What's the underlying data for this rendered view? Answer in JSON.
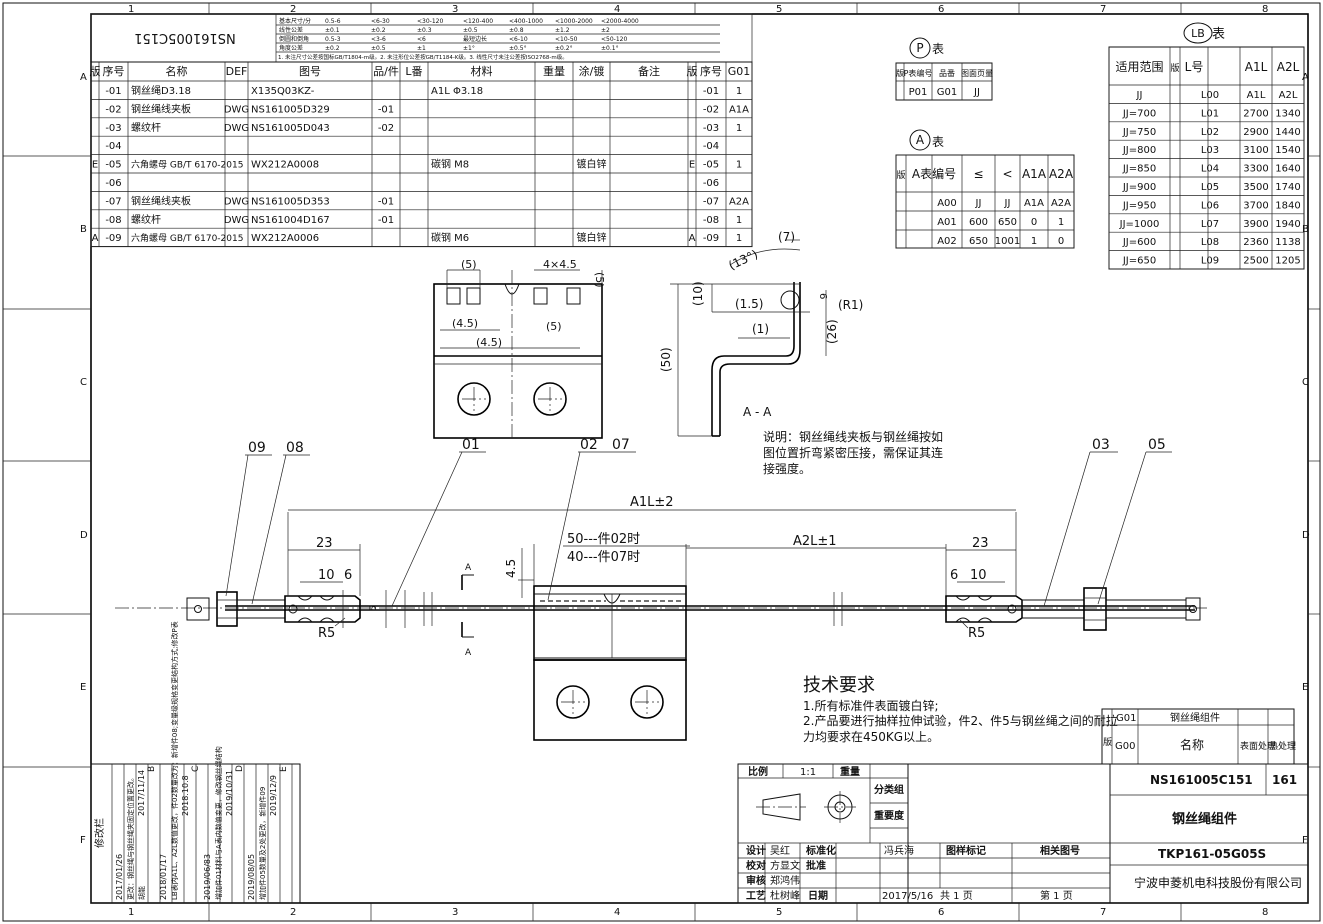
{
  "zones": {
    "cols": [
      "1",
      "2",
      "3",
      "4",
      "5",
      "6",
      "7",
      "8"
    ],
    "rows": [
      "A",
      "B",
      "C",
      "D",
      "E",
      "F"
    ]
  },
  "tolerance_title_mirrored": "NS161005C151",
  "tolerance_rows": [
    [
      "基本尺寸/分",
      "0.5-6",
      "<6-30",
      "<30-120",
      "<120-400",
      "<400-1000",
      "<1000-2000",
      "<2000-4000"
    ],
    [
      "线性公差",
      "±0.1",
      "±0.2",
      "±0.3",
      "±0.5",
      "±0.8",
      "±1.2",
      "±2"
    ],
    [
      "倒圆和倒角",
      "0.5-3",
      "<3-6",
      "<6",
      "最短边长",
      "<6-10",
      "<10-50",
      "<50-120"
    ],
    [
      "角度公差",
      "±0.2",
      "±0.5",
      "±1",
      "±1°",
      "±0.5°",
      "±0.2°",
      "±0.1°"
    ]
  ],
  "tolerance_note": "1. 未注尺寸公差按国标GB/T1804-m级。2. 未注形位公差按GB/T1184-K级。3. 线性尺寸未注公差按ISO2768-m级。",
  "bom_header": {
    "ver": "版",
    "no": "序号",
    "name": "名称",
    "def": "DEF",
    "drawing": "图号",
    "qty": "品/件",
    "lno": "L番",
    "material": "材料",
    "weight": "重量",
    "coat": "涂/镀",
    "remark": "备注",
    "ver2": "版",
    "no2": "序号",
    "g01": "G01"
  },
  "bom_rows": [
    {
      "ver": "",
      "no": "-01",
      "name": "钢丝绳D3.18",
      "def": "",
      "drawing": "X135Q03KZ-",
      "qty": "",
      "lno": "",
      "material": "A1L   Φ3.18",
      "weight": "",
      "coat": "",
      "remark": "",
      "ver2": "",
      "no2": "-01",
      "g01": "1"
    },
    {
      "ver": "",
      "no": "-02",
      "name": "钢丝绳线夹板",
      "def": "DWG",
      "drawing": "NS161005D329",
      "qty": "-01",
      "lno": "",
      "material": "",
      "weight": "",
      "coat": "",
      "remark": "",
      "ver2": "",
      "no2": "-02",
      "g01": "A1A"
    },
    {
      "ver": "",
      "no": "-03",
      "name": "螺纹杆",
      "def": "DWG",
      "drawing": "NS161005D043",
      "qty": "-02",
      "lno": "",
      "material": "",
      "weight": "",
      "coat": "",
      "remark": "",
      "ver2": "",
      "no2": "-03",
      "g01": "1"
    },
    {
      "ver": "",
      "no": "-04",
      "name": "",
      "def": "",
      "drawing": "",
      "qty": "",
      "lno": "",
      "material": "",
      "weight": "",
      "coat": "",
      "remark": "",
      "ver2": "",
      "no2": "-04",
      "g01": ""
    },
    {
      "ver": "E",
      "no": "-05",
      "name": "六角螺母 GB/T 6170-2015",
      "def": "",
      "drawing": "WX212A0008",
      "qty": "",
      "lno": "",
      "material": "碳钢 M8",
      "weight": "",
      "coat": "镀白锌",
      "remark": "",
      "ver2": "E",
      "no2": "-05",
      "g01": "1"
    },
    {
      "ver": "",
      "no": "-06",
      "name": "",
      "def": "",
      "drawing": "",
      "qty": "",
      "lno": "",
      "material": "",
      "weight": "",
      "coat": "",
      "remark": "",
      "ver2": "",
      "no2": "-06",
      "g01": ""
    },
    {
      "ver": "",
      "no": "-07",
      "name": "钢丝绳线夹板",
      "def": "DWG",
      "drawing": "NS161005D353",
      "qty": "-01",
      "lno": "",
      "material": "",
      "weight": "",
      "coat": "",
      "remark": "",
      "ver2": "",
      "no2": "-07",
      "g01": "A2A"
    },
    {
      "ver": "",
      "no": "-08",
      "name": "螺纹杆",
      "def": "DWG",
      "drawing": "NS161004D167",
      "qty": "-01",
      "lno": "",
      "material": "",
      "weight": "",
      "coat": "",
      "remark": "",
      "ver2": "",
      "no2": "-08",
      "g01": "1"
    },
    {
      "ver": "A",
      "no": "-09",
      "name": "六角螺母 GB/T 6170-2015",
      "def": "",
      "drawing": "WX212A0006",
      "qty": "",
      "lno": "",
      "material": "碳钢 M6",
      "weight": "",
      "coat": "镀白锌",
      "remark": "",
      "ver2": "A",
      "no2": "-09",
      "g01": "1"
    }
  ],
  "p_table": {
    "letter": "P",
    "suffix": "表",
    "headers": [
      "版",
      "P表编号",
      "品番",
      "图面页量"
    ],
    "row": [
      "",
      "P01",
      "G01",
      "JJ"
    ]
  },
  "a_table": {
    "letter": "A",
    "suffix": "表",
    "headers": [
      "版",
      "A表编号",
      "≤",
      "<",
      "A1A",
      "A2A"
    ],
    "rows": [
      [
        "",
        "A00",
        "JJ",
        "JJ",
        "A1A",
        "A2A"
      ],
      [
        "",
        "A01",
        "600",
        "650",
        "0",
        "1"
      ],
      [
        "",
        "A02",
        "650",
        "1001",
        "1",
        "0"
      ]
    ]
  },
  "lb_table": {
    "letter": "LB",
    "suffix": "表",
    "headers": [
      "适用范围",
      "版",
      "L号",
      "A1L",
      "A2L"
    ],
    "rows": [
      [
        "JJ",
        "",
        "L00",
        "A1L",
        "A2L"
      ],
      [
        "JJ=700",
        "",
        "L01",
        "2700",
        "1340"
      ],
      [
        "JJ=750",
        "",
        "L02",
        "2900",
        "1440"
      ],
      [
        "JJ=800",
        "",
        "L03",
        "3100",
        "1540"
      ],
      [
        "JJ=850",
        "",
        "L04",
        "3300",
        "1640"
      ],
      [
        "JJ=900",
        "",
        "L05",
        "3500",
        "1740"
      ],
      [
        "JJ=950",
        "",
        "L06",
        "3700",
        "1840"
      ],
      [
        "JJ=1000",
        "",
        "L07",
        "3900",
        "1940"
      ],
      [
        "JJ=600",
        "",
        "L08",
        "2360",
        "1138"
      ],
      [
        "JJ=650",
        "",
        "L09",
        "2500",
        "1205"
      ]
    ]
  },
  "dims": {
    "d5a": "(5)",
    "d4x45": "4×4.5",
    "d5b": "(5)",
    "d45a": "(4.5)",
    "d5c": "(5)",
    "d45b": "(4.5)",
    "d7": "(7)",
    "d13": "(13°)",
    "d10": "(10)",
    "d15": "(1.5)",
    "d6": "6",
    "dr1": "(R1)",
    "d1": "(1)",
    "d26": "(26)",
    "d50": "(50)",
    "section": "A - A",
    "a1l": "A1L±2",
    "a2l": "A2L±1",
    "d23a": "23",
    "d23b": "23",
    "d10a": "10",
    "d6a": "6",
    "d6b": "6",
    "d10b": "10",
    "d45c": "4.5",
    "d5d": "5",
    "r5a": "R5",
    "r5b": "R5",
    "l50": "50---件02时",
    "l40": "40---件07时",
    "secA1": "A",
    "secA2": "A"
  },
  "balloons": {
    "b09": "09",
    "b08": "08",
    "b01": "01",
    "b02": "02",
    "b07": "07",
    "b03": "03",
    "b05": "05"
  },
  "note": {
    "line1": "说明：钢丝绳线夹板与钢丝绳按如",
    "line2": "图位置折弯紧密压接，需保证其连",
    "line3": "接强度。"
  },
  "tech": {
    "title": "技术要求",
    "l1": "1.所有标准件表面镀白锌;",
    "l2": "2.产品要进行抽样拉伸试验，件2、件5与钢丝绳之间的耐拉",
    "l3": "力均要求在450KG以上。"
  },
  "g_table": {
    "g01": "G01",
    "g01_name": "钢丝绳组件",
    "ver": "版",
    "g00": "G00",
    "name": "名称",
    "surface": "表面处理",
    "heat": "热处理"
  },
  "revisions": [
    {
      "date": "2017/01/26",
      "text": "更改：钢丝绳与钢丝绳夹固定位置更改。",
      "who": "胡能",
      "date2": "2017/11/14",
      "mark": "B"
    },
    {
      "date": "2018/01/17",
      "text": "LB表内A1L、A2L数值更改，件02数量改为：新增件08;变量级规格变更结构方式;修改P表",
      "who": "",
      "date2": "2018.10.8",
      "mark": "C"
    },
    {
      "date": "2019/06/83",
      "text": "增加件01材料与A表内数值变更，修改钢丝绳结构",
      "who": "",
      "date2": "2019/10/31",
      "mark": "D"
    },
    {
      "date": "2019/08/05",
      "text": "增加件05数量及2处更改，新增件09",
      "who": "",
      "date2": "2019/12/9",
      "mark": "E"
    }
  ],
  "rev_label": "修改栏",
  "title_block": {
    "scale_l": "比例",
    "scale": "1:1",
    "weight_l": "重量",
    "class_l": "分类组",
    "imp_l": "重要度",
    "design_l": "设计",
    "design": "吴红",
    "std_l": "标准化",
    "std": "冯兵海",
    "check_l": "校对",
    "check": "方显文",
    "approve_l": "批准",
    "approve": "",
    "review_l": "审核",
    "review": "郑鸿伟",
    "process_l": "工艺",
    "process": "杜树峰",
    "date_l": "日期",
    "date": "2017/5/16",
    "mark_l": "图样标记",
    "rel_l": "相关图号",
    "total": "共 1 页",
    "page": "第 1 页",
    "drawing_no": "NS161005C151",
    "code": "161",
    "title": "钢丝绳组件",
    "model": "TKP161-05G05S",
    "company": "宁波申菱机电科技股份有限公司"
  }
}
